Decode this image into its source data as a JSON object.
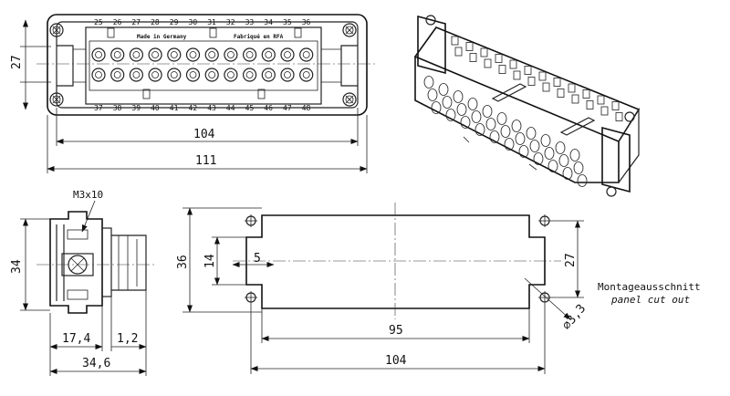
{
  "front_view": {
    "pins_top": [
      "25",
      "26",
      "27",
      "28",
      "29",
      "30",
      "31",
      "32",
      "33",
      "34",
      "35",
      "36"
    ],
    "pins_bottom": [
      "37",
      "38",
      "39",
      "40",
      "41",
      "42",
      "43",
      "44",
      "45",
      "46",
      "47",
      "48"
    ],
    "text_made_in": "Made in Germany",
    "text_fabricated": "Fabriqué en RFA",
    "dim_height": "27",
    "dim_inner_width": "104",
    "dim_outer_width": "111"
  },
  "side_view": {
    "screw_label": "M3x10",
    "dim_height": "34",
    "dim_depth_1": "17,4",
    "dim_depth_2": "1,2",
    "dim_total_depth": "34,6"
  },
  "cutout_view": {
    "dim_height_outer": "36",
    "dim_height_inner": "14",
    "dim_small": "5",
    "dim_hole_spacing_v": "27",
    "dim_hole_spacing_h": "95",
    "dim_total_width": "104",
    "dim_hole_diameter": "⌀3,3",
    "label_de": "Montageausschnitt",
    "label_en": "panel cut out"
  }
}
